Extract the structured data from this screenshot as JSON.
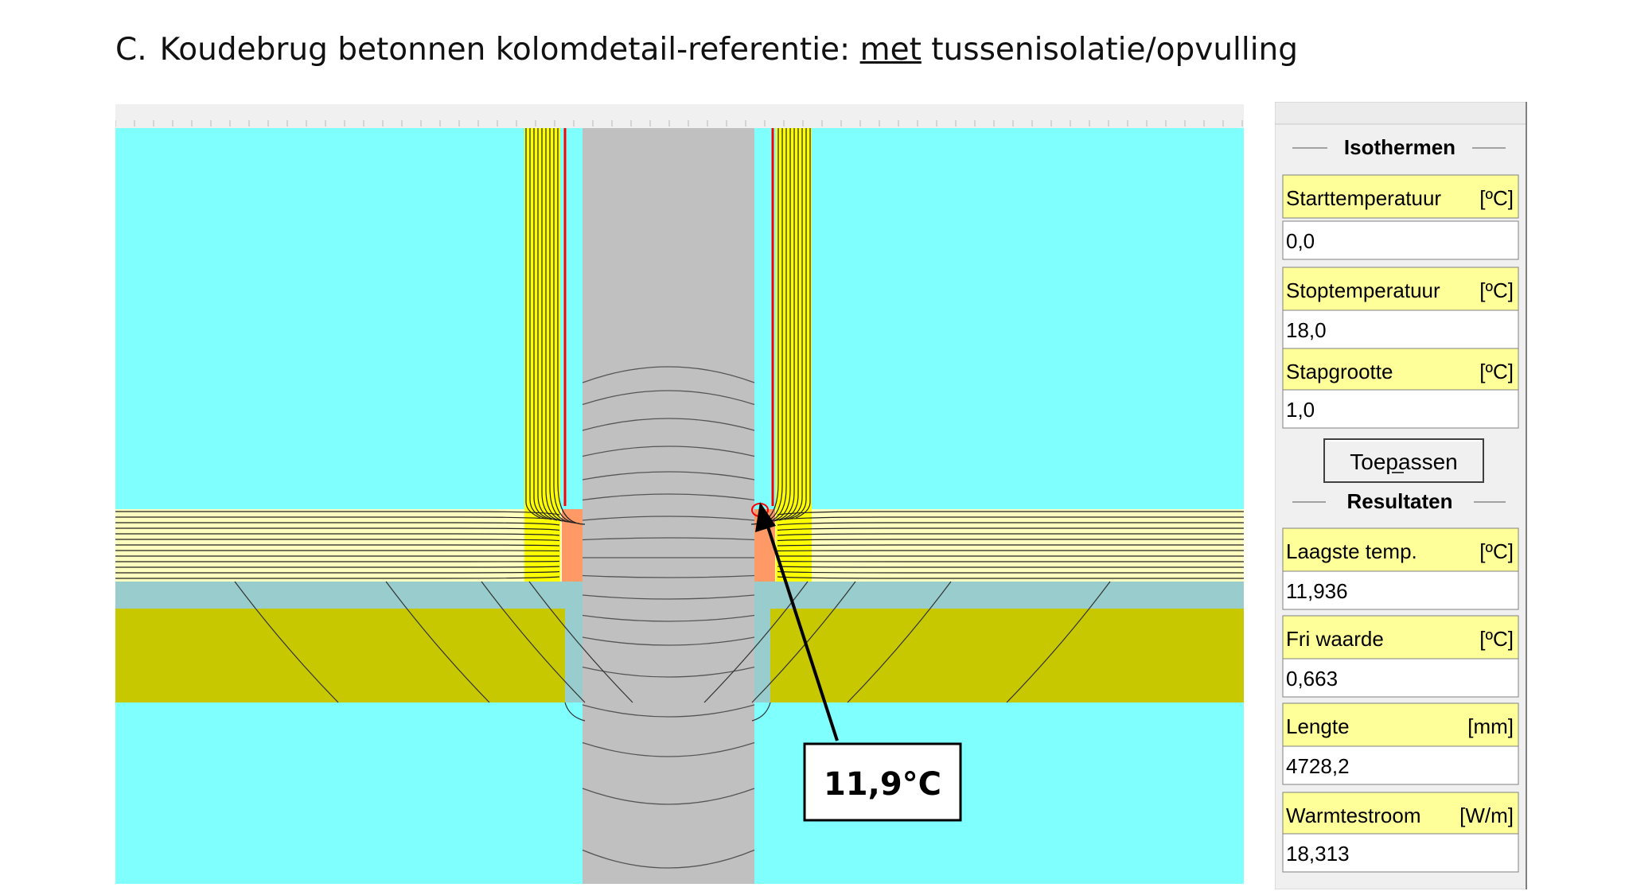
{
  "heading": {
    "letter": "C.",
    "pre": "Koudebrug betonnen kolomdetail-referentie: ",
    "underlined": "met",
    "post": " tussenisolatie/opvulling"
  },
  "drawing": {
    "callout_label": "11,9°C",
    "colors": {
      "air": "#80ffff",
      "concrete": "#c0c0c0",
      "insulation_yellow": "#ffff00",
      "floor_insulation": "#ffffc0",
      "slab": "#c8c800",
      "screed": "#99cccc",
      "filler": "#ff9966",
      "membrane": "#ff0000"
    }
  },
  "panel": {
    "isothermen_title": "Isothermen",
    "resultaten_title": "Resultaten",
    "fields": [
      {
        "label": "Starttemperatuur",
        "unit": "[ºC]",
        "value": "0,0"
      },
      {
        "label": "Stoptemperatuur",
        "unit": "[ºC]",
        "value": "18,0"
      },
      {
        "label": "Stapgrootte",
        "unit": "[ºC]",
        "value": "1,0"
      }
    ],
    "apply_button": "Toepassen",
    "results": [
      {
        "label": "Laagste temp.",
        "unit": "[ºC]",
        "value": "11,936"
      },
      {
        "label": "Fri waarde",
        "unit": "[ºC]",
        "value": "0,663"
      },
      {
        "label": "Lengte",
        "unit": "[mm]",
        "value": "4728,2"
      },
      {
        "label": "Warmtestroom",
        "unit": "[W/m]",
        "value": "18,313"
      }
    ]
  }
}
